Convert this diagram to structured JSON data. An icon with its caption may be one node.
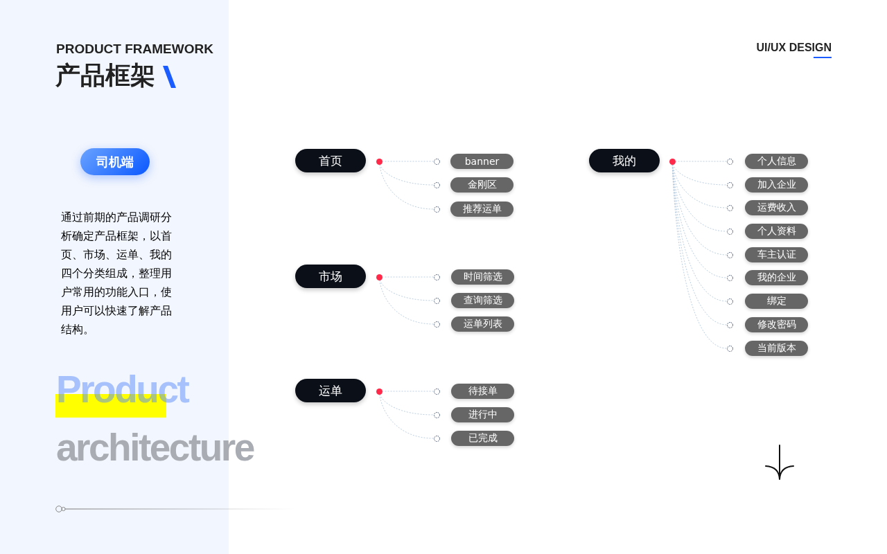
{
  "diagram": {
    "title": "产品框架",
    "nodes": [
      {
        "text": [
          "司机端"
        ]
      },
      {
        "text": [
          "首页"
        ]
      },
      {
        "text": [],
        "shape": "circle"
      },
      {
        "text": [],
        "shape": "circle"
      },
      {
        "text": [
          "banner"
        ]
      },
      {
        "text": [],
        "shape": "circle"
      },
      {
        "text": [
          "金刚区"
        ]
      },
      {
        "text": [],
        "shape": "circle"
      },
      {
        "text": [
          "推荐运单"
        ]
      },
      {
        "text": [
          "市场"
        ]
      },
      {
        "text": [],
        "shape": "circle"
      },
      {
        "text": [],
        "shape": "circle"
      },
      {
        "text": [
          "时间筛选"
        ]
      },
      {
        "text": [],
        "shape": "circle"
      },
      {
        "text": [
          "查询筛选"
        ]
      },
      {
        "text": [],
        "shape": "circle"
      },
      {
        "text": [
          "运单列表"
        ]
      },
      {
        "text": [
          "运单"
        ]
      },
      {
        "text": [],
        "shape": "circle"
      },
      {
        "text": [],
        "shape": "circle"
      },
      {
        "text": [
          "待接单"
        ]
      },
      {
        "text": [],
        "shape": "circle"
      },
      {
        "text": [
          "进行中"
        ]
      },
      {
        "text": [],
        "shape": "circle"
      },
      {
        "text": [
          "已完成"
        ]
      },
      {
        "text": [
          "我的"
        ]
      },
      {
        "text": [],
        "shape": "circle"
      },
      {
        "text": [],
        "shape": "circle"
      },
      {
        "text": [
          "个人信息"
        ]
      },
      {
        "text": [],
        "shape": "circle"
      },
      {
        "text": [
          "加入企业"
        ]
      },
      {
        "text": [],
        "shape": "circle"
      },
      {
        "text": [
          "运费收入"
        ]
      },
      {
        "text": [],
        "shape": "circle"
      },
      {
        "text": [
          "个人资料"
        ]
      },
      {
        "text": [],
        "shape": "circle"
      },
      {
        "text": [
          "车主认证"
        ]
      },
      {
        "text": [],
        "shape": "circle"
      },
      {
        "text": [
          "我的企业"
        ]
      },
      {
        "text": [],
        "shape": "circle"
      },
      {
        "text": [
          "绑定"
        ]
      },
      {
        "text": [],
        "shape": "circle"
      },
      {
        "text": [
          "修改密码"
        ]
      },
      {
        "text": [],
        "shape": "circle"
      },
      {
        "text": [
          "当前版本"
        ]
      }
    ],
    "edges": [
      {
        "from": 2,
        "to": 3,
        "arrow": "none",
        "style": "dashed"
      },
      {
        "from": 2,
        "to": 5,
        "arrow": "none",
        "style": "dashed"
      },
      {
        "from": 2,
        "to": 7,
        "arrow": "none",
        "style": "dashed"
      },
      {
        "from": 10,
        "to": 11,
        "arrow": "none",
        "style": "dashed"
      },
      {
        "from": 10,
        "to": 13,
        "arrow": "none",
        "style": "dashed"
      },
      {
        "from": 10,
        "to": 15,
        "arrow": "none",
        "style": "dashed"
      },
      {
        "from": 18,
        "to": 19,
        "arrow": "none",
        "style": "dashed"
      },
      {
        "from": 18,
        "to": 21,
        "arrow": "none",
        "style": "dashed"
      },
      {
        "from": 18,
        "to": 23,
        "arrow": "none",
        "style": "dashed"
      },
      {
        "from": 26,
        "to": 27,
        "arrow": "none",
        "style": "dashed"
      },
      {
        "from": 26,
        "to": 29,
        "arrow": "none",
        "style": "dashed"
      },
      {
        "from": 26,
        "to": 31,
        "arrow": "none",
        "style": "dashed"
      },
      {
        "from": 26,
        "to": 33,
        "arrow": "none",
        "style": "dashed"
      },
      {
        "from": 26,
        "to": 35,
        "arrow": "none",
        "style": "dashed"
      },
      {
        "from": 26,
        "to": 37,
        "arrow": "none",
        "style": "dashed"
      },
      {
        "from": 26,
        "to": 39,
        "arrow": "none",
        "style": "dashed"
      },
      {
        "from": 26,
        "to": 41,
        "arrow": "none",
        "style": "dashed"
      },
      {
        "from": 26,
        "to": 43,
        "arrow": "none",
        "style": "dashed"
      }
    ],
    "labels": [
      "PRODUCT FRAMEWORK",
      "UI/UX DESIGN",
      "通过前期的产品调研分析确定产品框架，以首页、市场、运单、我的四个分类组成，整理用户常用的功能入口，使用户可以快速了解产品结构。",
      "Product",
      "architecture"
    ]
  }
}
